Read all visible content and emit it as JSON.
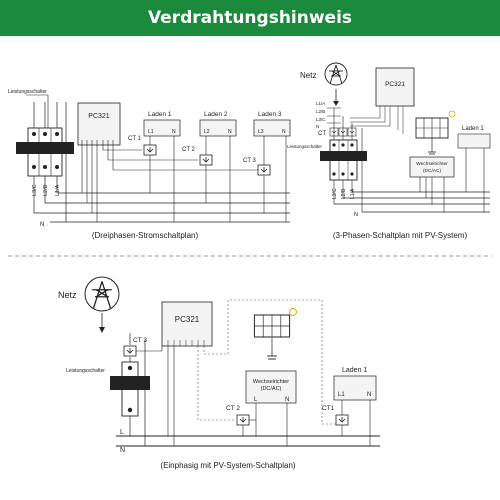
{
  "title": "Verdrahtungshinweis",
  "colors": {
    "header": "#1c8a3c",
    "line": "#222222",
    "box": "#f4f4f4"
  },
  "d1": {
    "breaker_label": "Leistungsschalter",
    "device": "PC321",
    "loads": [
      {
        "name": "Laden 1",
        "l": "L1",
        "n": "N"
      },
      {
        "name": "Laden 2",
        "l": "L2",
        "n": "N"
      },
      {
        "name": "Laden 3",
        "l": "L3",
        "n": "N"
      }
    ],
    "cts": [
      "CT 1",
      "CT 2",
      "CT 3"
    ],
    "phases": [
      "L3/C",
      "L2/B",
      "L1/A"
    ],
    "neutral": "N",
    "caption": "(Dreiphasen-Stromschaltplan)"
  },
  "d2": {
    "grid": "Netz",
    "device": "PC321",
    "breaker_label": "Leistungsschalter",
    "ct": "CT",
    "phase_labels": [
      "L1/A",
      "L2/B",
      "L3/C",
      "N"
    ],
    "phases": [
      "L3/C",
      "L2/B",
      "L1/A"
    ],
    "inverter": [
      "Wechselrichter",
      "(DC/AC)"
    ],
    "load": "Laden 1",
    "neutral": "N",
    "caption": "(3-Phasen-Schaltplan mit PV-System)"
  },
  "d3": {
    "grid": "Netz",
    "device": "PC321",
    "ct3": "CT 3",
    "breaker_label": "Leistungsschalter",
    "inverter": [
      "Wechselrichter",
      "(DC/AC)"
    ],
    "inv_l": "L",
    "inv_n": "N",
    "ct2": "CT 2",
    "ct1": "CT1",
    "load": "Laden 1",
    "load_l": "L1",
    "load_n": "N",
    "line_l": "L",
    "line_n": "N",
    "caption": "(Einphasig mit PV-System-Schaltplan)"
  }
}
